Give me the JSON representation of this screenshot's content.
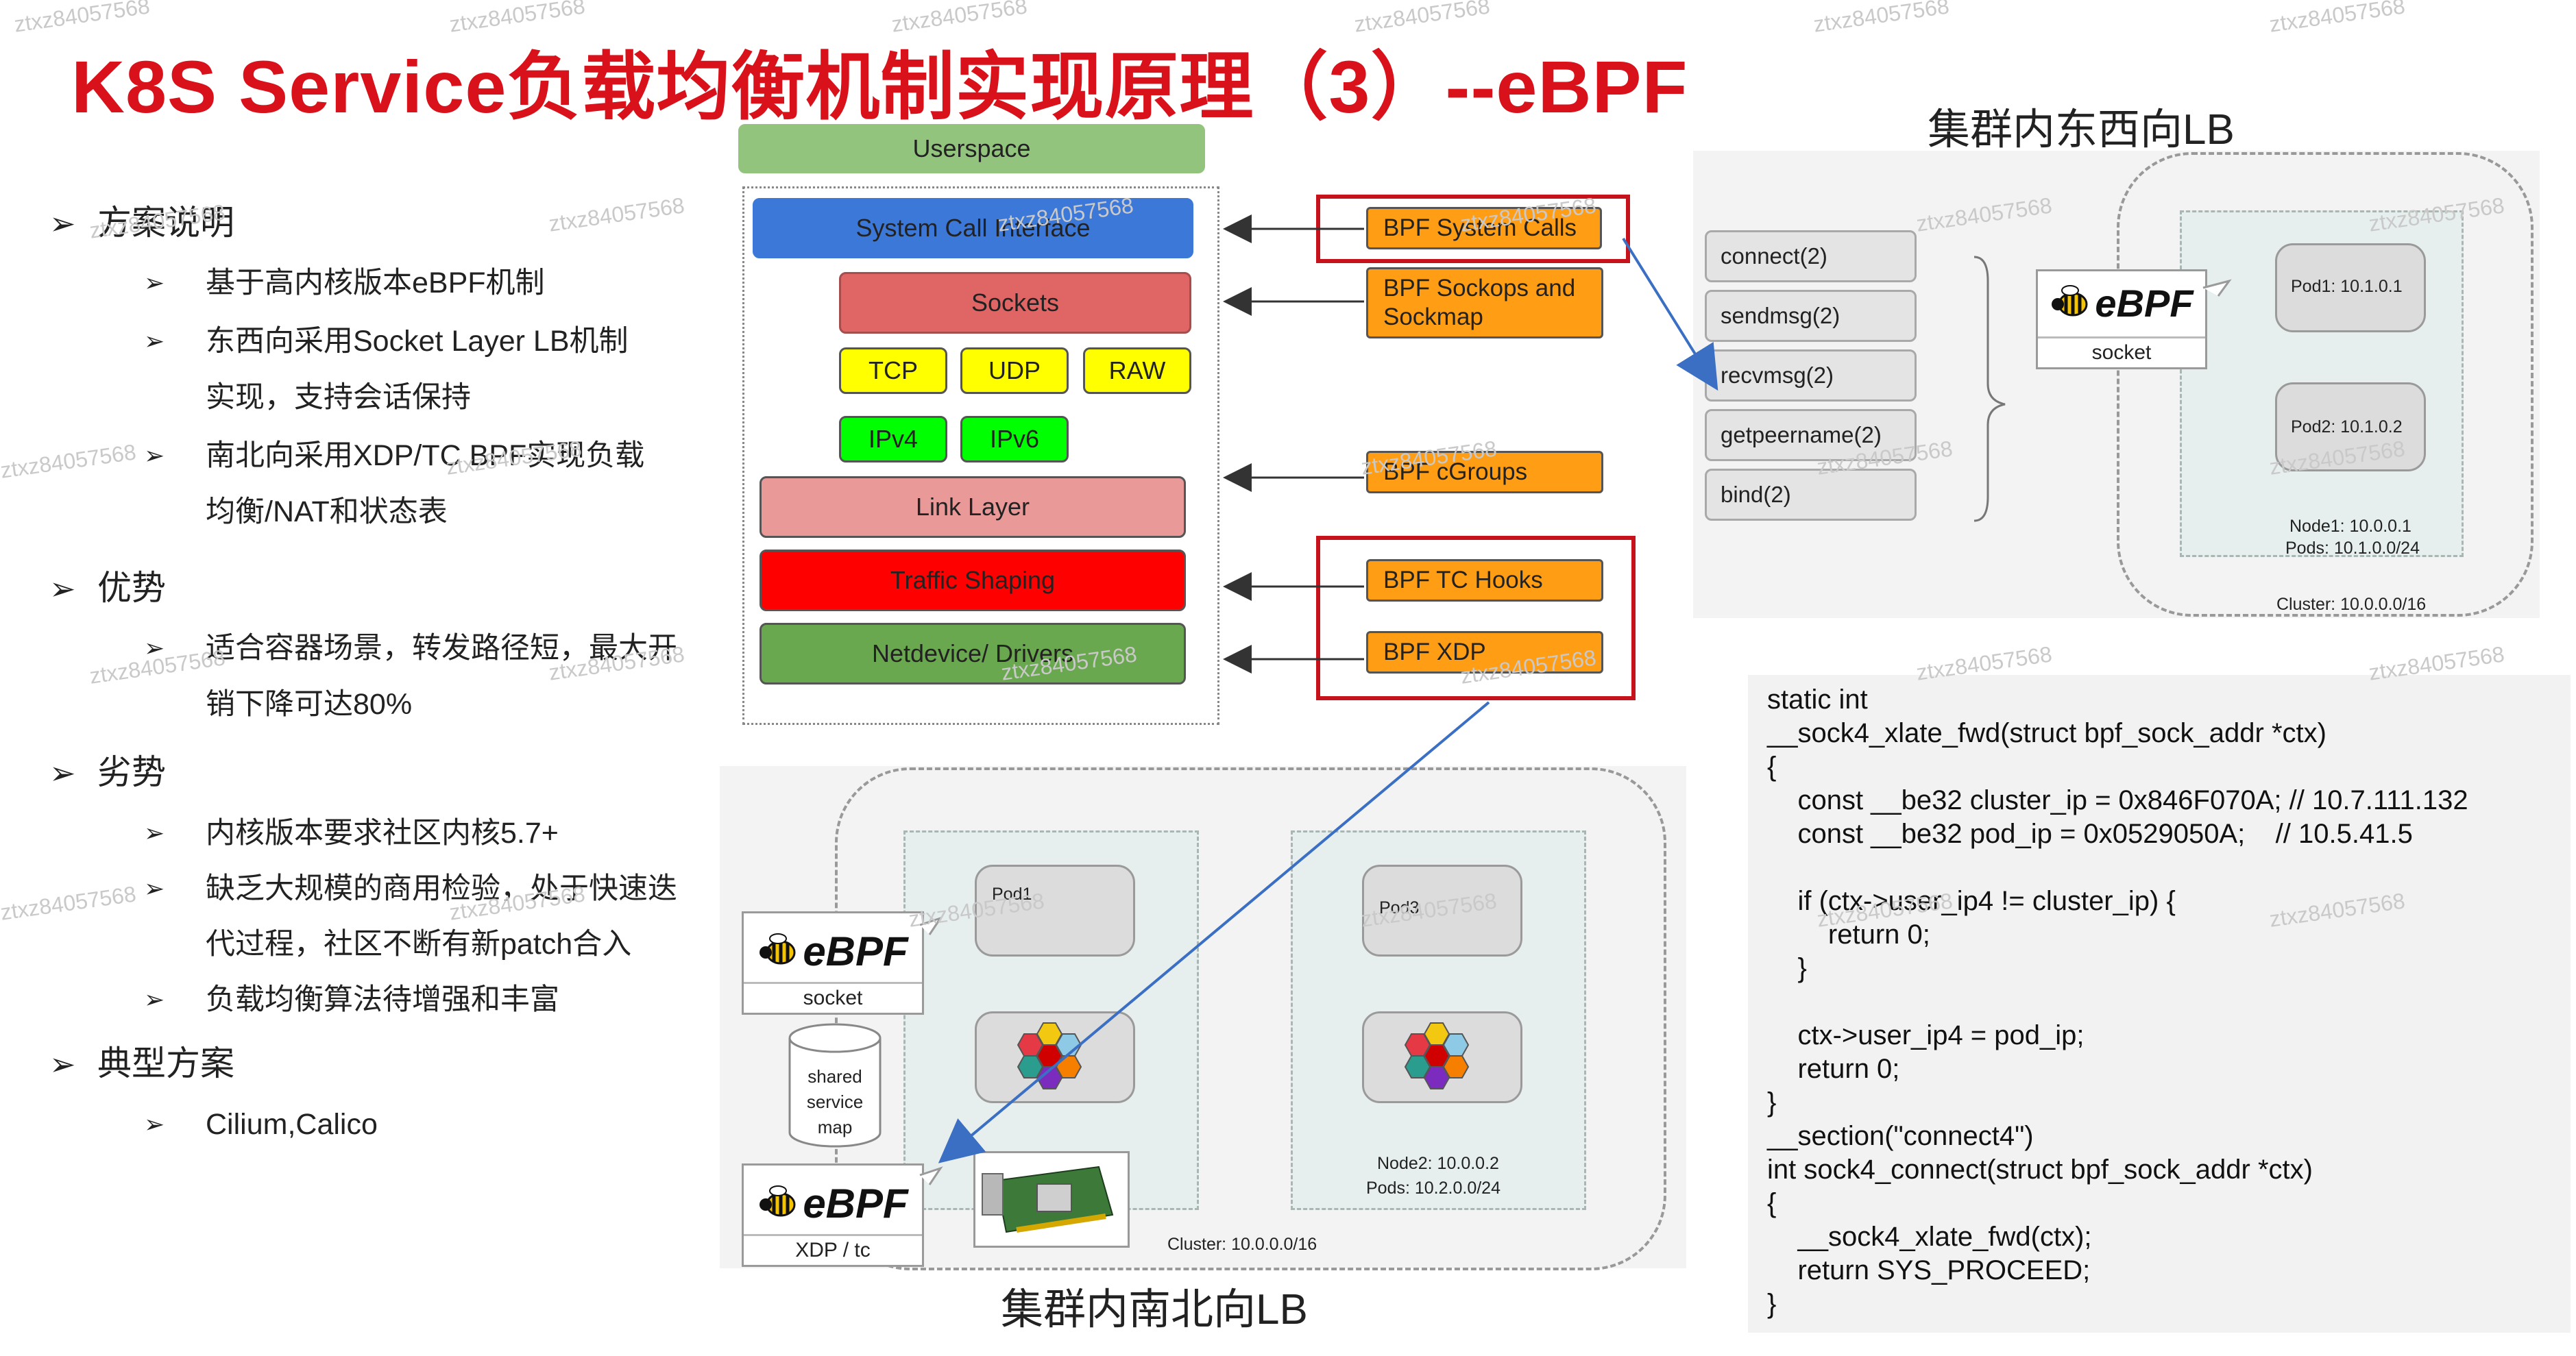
{
  "title": "K8S Service负载均衡机制实现原理（3）--eBPF",
  "outline": {
    "sections": [
      {
        "heading": "方案说明",
        "items": [
          "基于高内核版本eBPF机制",
          "东西向采用Socket Layer LB机制实现，支持会话保持",
          "南北向采用XDP/TC BPF实现负载均衡/NAT和状态表"
        ]
      },
      {
        "heading": "优势",
        "items": [
          "适合容器场景，转发路径短，最大开销下降可达80%"
        ]
      },
      {
        "heading": "劣势",
        "items": [
          "内核版本要求社区内核5.7+",
          "缺乏大规模的商用检验，处于快速迭代过程，社区不断有新patch合入",
          "负载均衡算法待增强和丰富"
        ]
      },
      {
        "heading": "典型方案",
        "items": [
          "Cilium,Calico"
        ]
      }
    ],
    "wrapped_lines": {
      "s0i1a": "东西向采用Socket Layer LB机制",
      "s0i1b": "实现，支持会话保持",
      "s0i2a": "南北向采用XDP/TC BPF实现负载",
      "s0i2b": "均衡/NAT和状态表",
      "s1i0a": "适合容器场景，转发路径短，最大开",
      "s1i0b": "销下降可达80%",
      "s2i1a": "缺乏大规模的商用检验，处于快速迭",
      "s2i1b": "代过程，社区不断有新patch合入"
    }
  },
  "stack": {
    "userspace": "Userspace",
    "syscall": "System Call Interface",
    "sockets": "Sockets",
    "protocols": [
      "TCP",
      "UDP",
      "RAW"
    ],
    "ip": [
      "IPv4",
      "IPv6"
    ],
    "link": "Link Layer",
    "traffic": "Traffic Shaping",
    "netdev": "Netdevice/ Drivers",
    "hooks": {
      "syscalls": "BPF System Calls",
      "sockops": "BPF Sockops and Sockmap",
      "cgroups": "BPF cGroups",
      "tc": "BPF TC Hooks",
      "xdp": "BPF XDP"
    },
    "colors": {
      "userspace": "#93c47d",
      "syscall": "#3c78d8",
      "sockets": "#e06666",
      "protocols": "#ffff00",
      "ip": "#00ff00",
      "link": "#ea9999",
      "traffic": "#ff0000",
      "netdev": "#6aa84f",
      "hook": "#ff9d15"
    }
  },
  "east_west": {
    "caption": "集群内东西向LB",
    "calls": [
      "connect(2)",
      "sendmsg(2)",
      "recvmsg(2)",
      "getpeername(2)",
      "bind(2)"
    ],
    "ebpf_logo": "eBPF",
    "ebpf_sub": "socket",
    "pod1": "Pod1: 10.1.0.1",
    "pod2": "Pod2: 10.1.0.2",
    "node_line1": "Node1: 10.0.0.1",
    "node_line2": "Pods: 10.1.0.0/24",
    "cluster": "Cluster: 10.0.0.0/16"
  },
  "north_south": {
    "caption": "集群内南北向LB",
    "ebpf_logo": "eBPF",
    "socket_label": "socket",
    "map_lines": [
      "shared",
      "service",
      "map"
    ],
    "xdp_label": "XDP / tc",
    "pod1": "Pod1",
    "pod3": "Pod3",
    "node2_line1": "Node2: 10.0.0.2",
    "node2_line2": "Pods: 10.2.0.0/24",
    "cluster": "Cluster: 10.0.0.0/16"
  },
  "code": "static int\n__sock4_xlate_fwd(struct bpf_sock_addr *ctx)\n{\n    const __be32 cluster_ip = 0x846F070A; // 10.7.111.132\n    const __be32 pod_ip = 0x0529050A;    // 10.5.41.5\n\n    if (ctx->user_ip4 != cluster_ip) {\n        return 0;\n    }\n\n    ctx->user_ip4 = pod_ip;\n    return 0;\n}\n__section(\"connect4\")\nint sock4_connect(struct bpf_sock_addr *ctx)\n{\n    __sock4_xlate_fwd(ctx);\n    return SYS_PROCEED;\n}",
  "watermark": "ztxz84057568"
}
